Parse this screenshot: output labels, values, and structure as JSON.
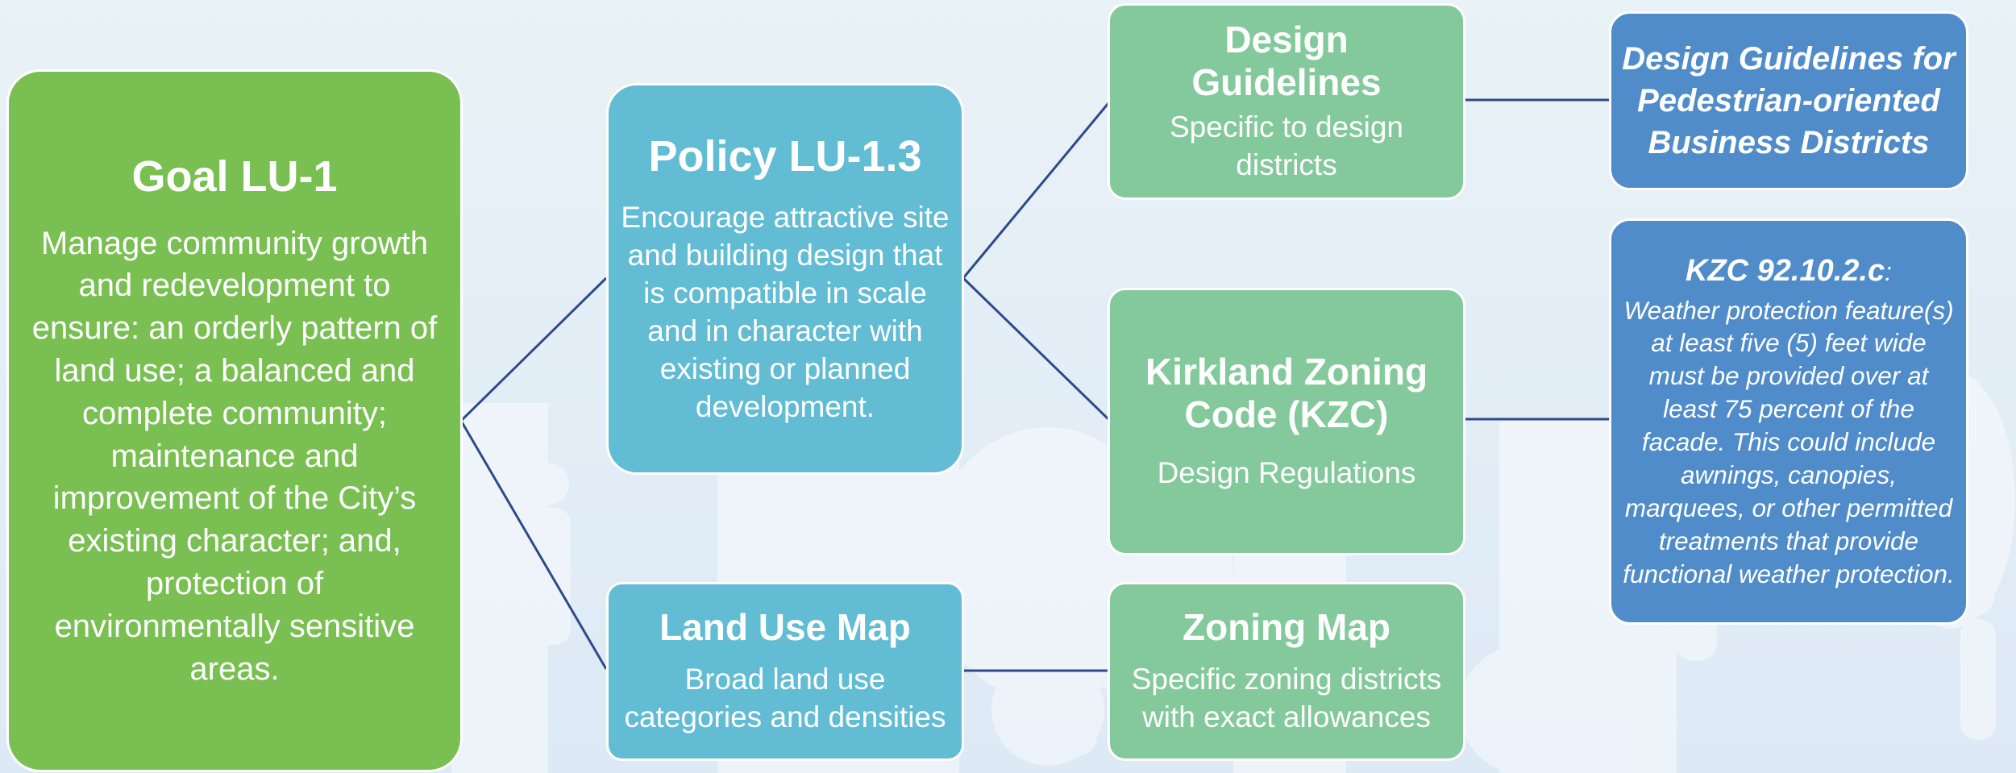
{
  "goal": {
    "title": "Goal LU-1",
    "body": "Manage community growth and redevelopment to ensure: an orderly pattern of land use; a balanced and complete community; maintenance and improvement of the City’s existing character; and, protection of environmentally sensitive areas."
  },
  "policy": {
    "title": "Policy LU-1.3",
    "body": "Encourage attractive site and building design that is compatible in scale and in character with existing or planned development."
  },
  "land_use_map": {
    "title": "Land Use Map",
    "body": "Broad land use categories and densities"
  },
  "design_guidelines": {
    "title": "Design Guidelines",
    "body": "Specific to design districts"
  },
  "kzc": {
    "title": "Kirkland Zoning Code (KZC)",
    "body": "Design Regulations"
  },
  "zoning_map": {
    "title": "Zoning Map",
    "body": "Specific zoning districts with exact allowances"
  },
  "pedestrian_guidelines": {
    "title": "Design Guidelines for Pedestrian-oriented Business Districts"
  },
  "kzc_detail": {
    "code": "KZC 92.10.2.c",
    "colon": ":",
    "body": "Weather protection feature(s) at least five (5) feet wide must be provided over at least 75 percent of the facade. This could include awnings, canopies, marquees, or other permitted treatments that provide functional weather protection."
  },
  "colors": {
    "goal": "#79bf52",
    "policy": "#61bcd4",
    "mint": "#83c99b",
    "blue": "#4f8cc9",
    "connector": "#2e4a8c"
  }
}
